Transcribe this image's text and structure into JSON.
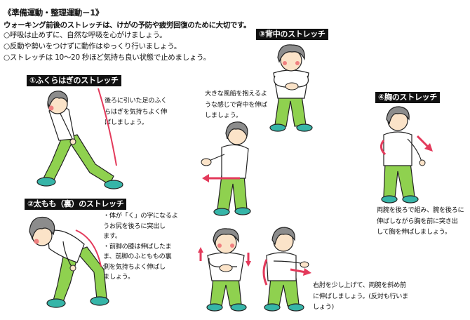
{
  "header": {
    "title": "《準備運動・整理運動－1》",
    "subtitle": "ウォーキング前後のストレッチは、けがの予防や疲労回復のために大切です。",
    "bullets": [
      "○呼吸は止めずに、自然な呼吸を心がけましょう。",
      "○反動や勢いをつけずに動作はゆっくり行いましょう。",
      "○ストレッチは 10～20 秒ほど気持ち良い状態で止めましょう。"
    ]
  },
  "sections": {
    "calf": {
      "label": "①ふくらはぎのストレッチ",
      "lines": [
        "後ろに引いた足のふく",
        "らはぎを気持ちよく伸",
        "ばしましょう。"
      ]
    },
    "thigh": {
      "label": "②太もも（裏）のストレッチ",
      "lines": [
        "・体が「く」の字になるよ",
        "うお尻を後ろに突出し",
        "ます。",
        "・前脚の膝は伸ばしたま",
        "ま、前脚のふとももの裏",
        "側を気持ちよく伸ばし",
        "ましょう。"
      ]
    },
    "back": {
      "label": "③背中のストレッチ",
      "lines": [
        "大きな風船を抱えるよ",
        "うな感じで背中を伸ば",
        "しましょう。"
      ]
    },
    "chest": {
      "label": "④胸のストレッチ",
      "lines": [
        "両腕を後ろで組み、腕を後ろに",
        "伸ばしながら胸を前に突き出",
        "して胸を伸ばしましょう。"
      ]
    },
    "shoulder": {
      "lines": [
        "右肘を少し上げて、両腕を斜め前",
        "に伸ばしましょう。(反対も行いま",
        "しょう)"
      ]
    }
  },
  "colors": {
    "hair": "#8c8c8c",
    "skin": "#fbe3c8",
    "shirt": "#ffffff",
    "pants": "#8fd14f",
    "shoes": "#36b5a8",
    "cheek": "#f08080",
    "arrow": "#e33a5b",
    "label_bg": "#111111"
  }
}
